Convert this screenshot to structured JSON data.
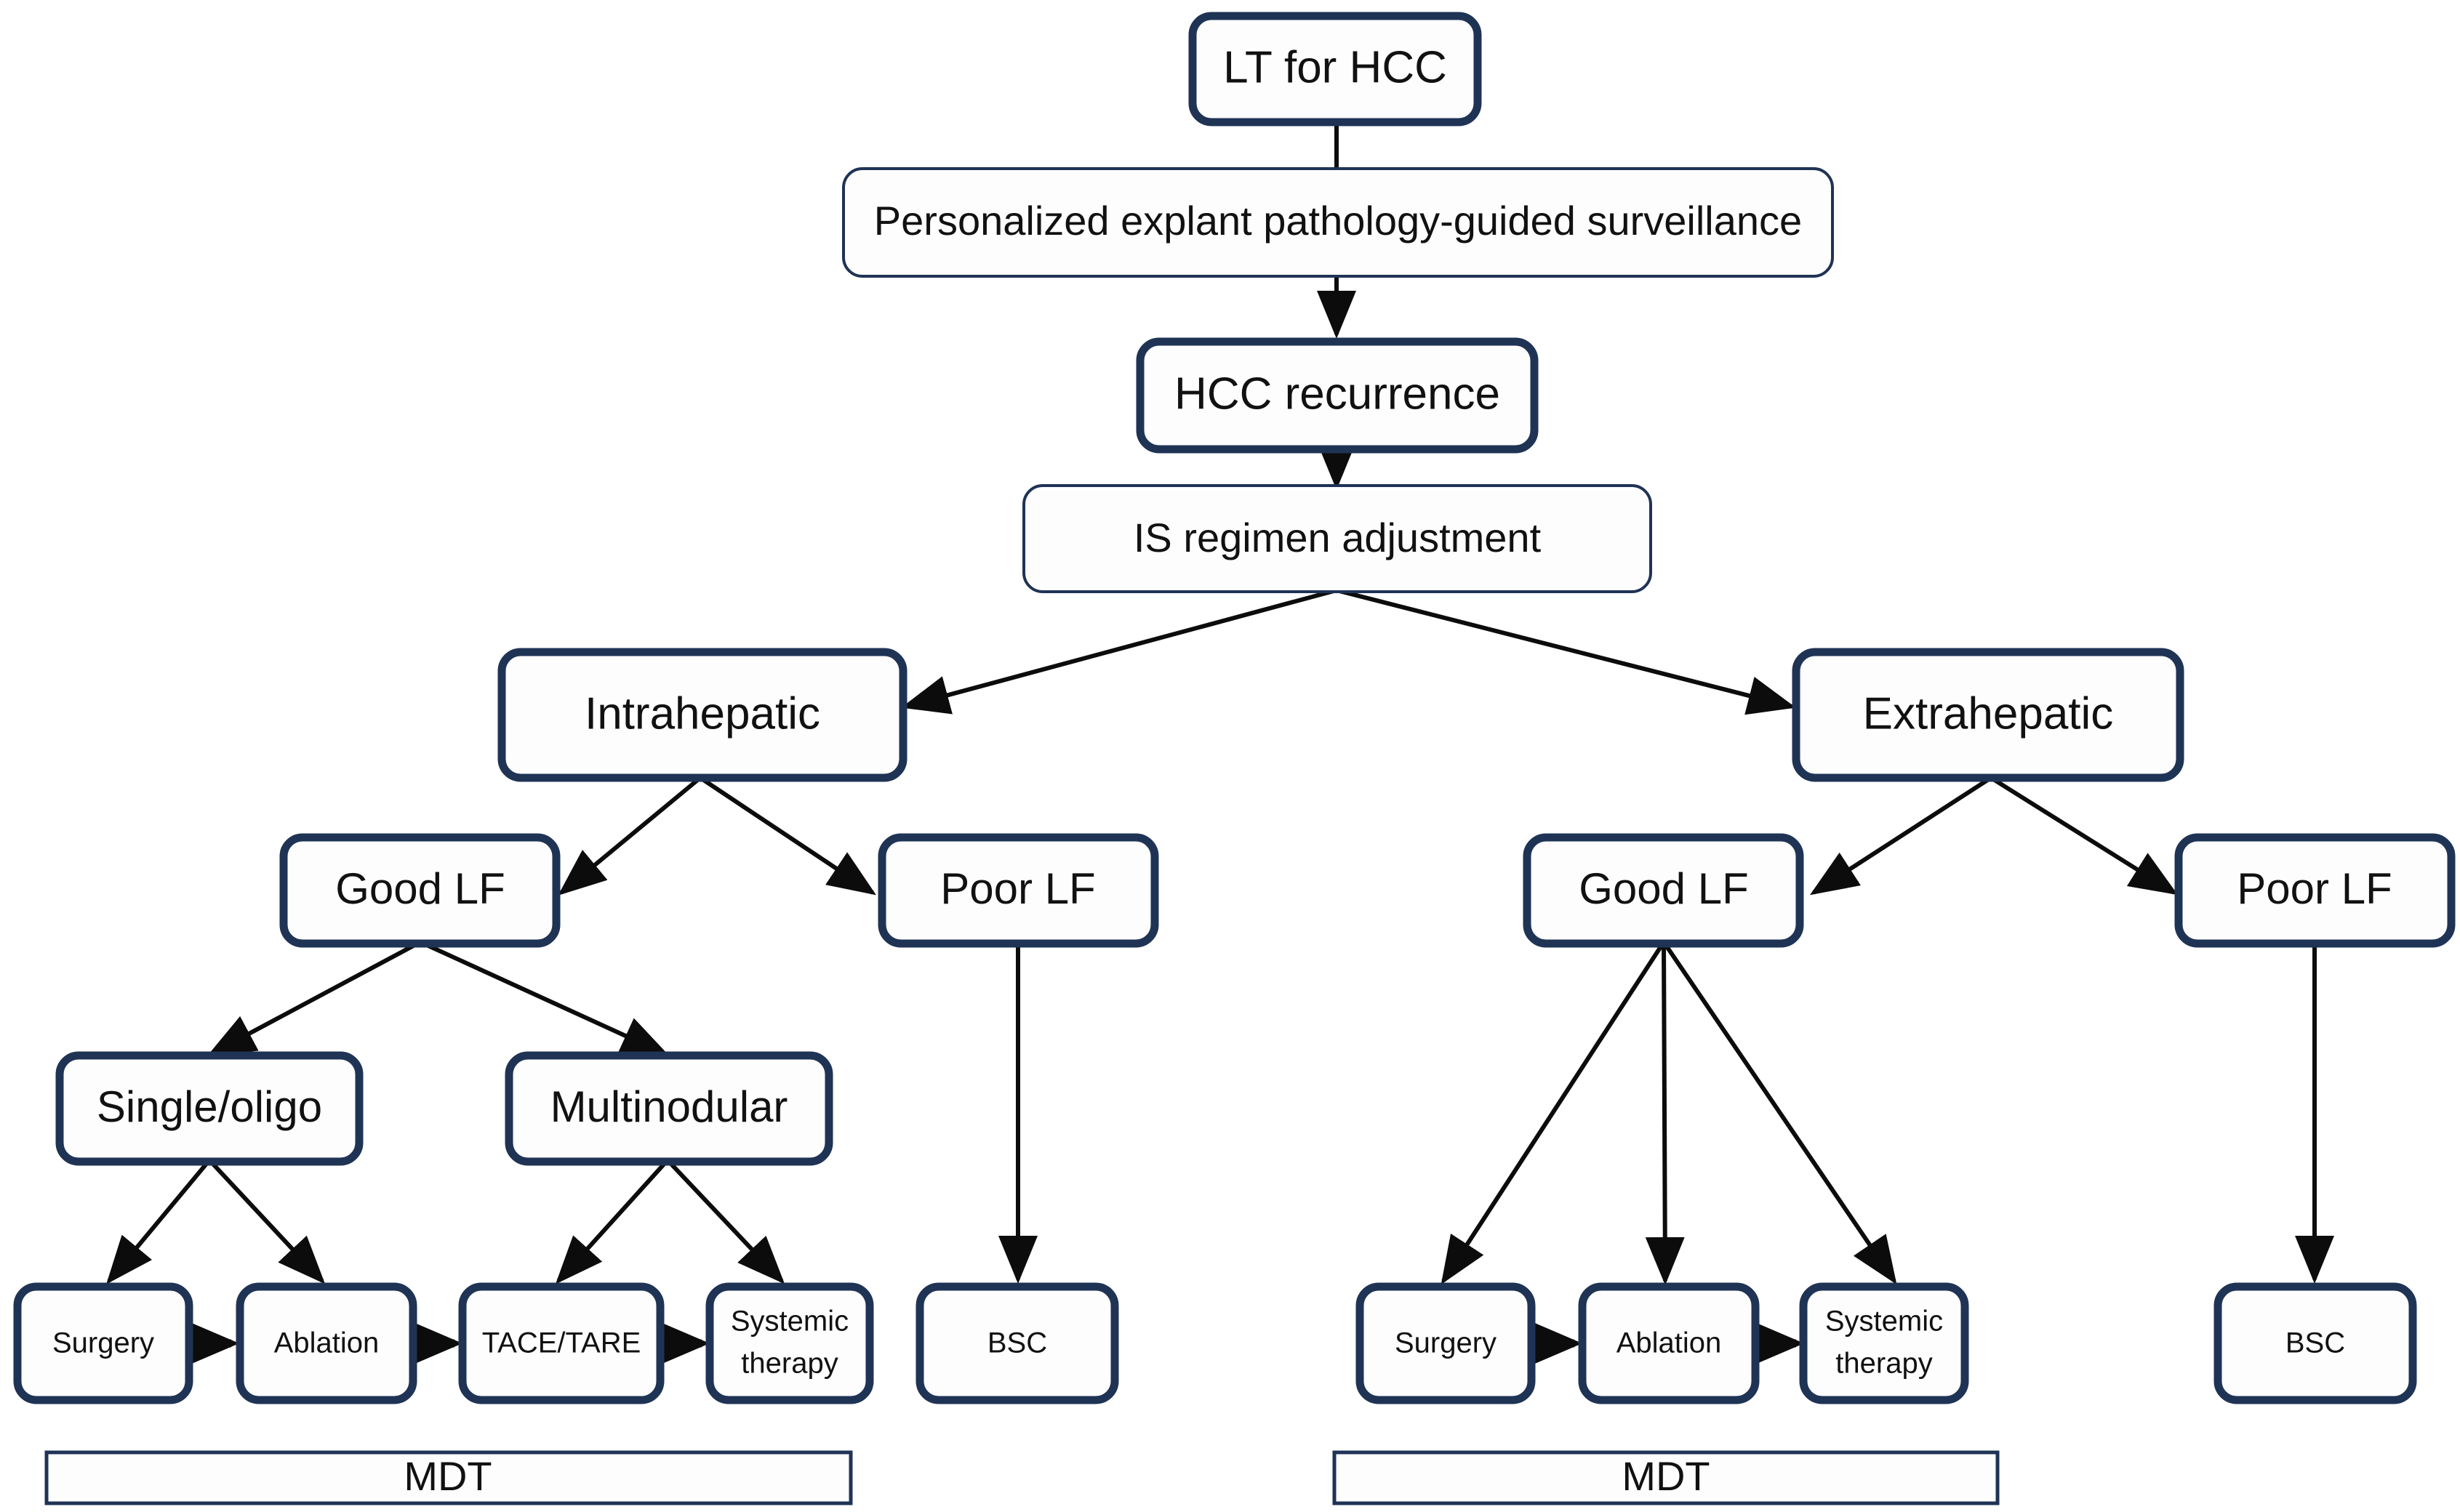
{
  "diagram": {
    "title": "LT for HCC recurrence management algorithm",
    "colors": {
      "node_border": "#1f3355",
      "node_fill": "#fdfdfd",
      "edge": "#0c0c0c",
      "background": "#ffffff"
    },
    "nodes": {
      "lt_for_hcc": "LT for HCC",
      "surveillance": "Personalized explant pathology-guided surveillance",
      "hcc_recurrence": "HCC recurrence",
      "is_regimen": "IS regimen adjustment",
      "intrahepatic": "Intrahepatic",
      "extrahepatic": "Extrahepatic",
      "intra_good_lf": "Good LF",
      "intra_poor_lf": "Poor LF",
      "extra_good_lf": "Good LF",
      "extra_poor_lf": "Poor LF",
      "single_oligo": "Single/oligo",
      "multinodular": "Multinodular",
      "intra_surgery": "Surgery",
      "intra_ablation": "Ablation",
      "tace_tare": "TACE/TARE",
      "intra_systemic_line1": "Systemic",
      "intra_systemic_line2": "therapy",
      "intra_bsc": "BSC",
      "extra_surgery": "Surgery",
      "extra_ablation": "Ablation",
      "extra_systemic_line1": "Systemic",
      "extra_systemic_line2": "therapy",
      "extra_bsc": "BSC",
      "mdt_left": "MDT",
      "mdt_right": "MDT"
    },
    "edges": [
      {
        "from": "lt_for_hcc",
        "to": "surveillance",
        "style": "plain"
      },
      {
        "from": "surveillance",
        "to": "hcc_recurrence",
        "style": "arrow"
      },
      {
        "from": "hcc_recurrence",
        "to": "is_regimen",
        "style": "arrow"
      },
      {
        "from": "is_regimen",
        "to": "intrahepatic",
        "style": "arrow"
      },
      {
        "from": "is_regimen",
        "to": "extrahepatic",
        "style": "arrow"
      },
      {
        "from": "intrahepatic",
        "to": "intra_good_lf",
        "style": "arrow"
      },
      {
        "from": "intrahepatic",
        "to": "intra_poor_lf",
        "style": "arrow"
      },
      {
        "from": "extrahepatic",
        "to": "extra_good_lf",
        "style": "arrow"
      },
      {
        "from": "extrahepatic",
        "to": "extra_poor_lf",
        "style": "arrow"
      },
      {
        "from": "intra_good_lf",
        "to": "single_oligo",
        "style": "arrow"
      },
      {
        "from": "intra_good_lf",
        "to": "multinodular",
        "style": "arrow"
      },
      {
        "from": "single_oligo",
        "to": "intra_surgery",
        "style": "arrow"
      },
      {
        "from": "single_oligo",
        "to": "intra_ablation",
        "style": "arrow"
      },
      {
        "from": "multinodular",
        "to": "tace_tare",
        "style": "arrow"
      },
      {
        "from": "multinodular",
        "to": "intra_systemic",
        "style": "arrow"
      },
      {
        "from": "intra_surgery",
        "to": "intra_ablation",
        "style": "arrow"
      },
      {
        "from": "intra_ablation",
        "to": "tace_tare",
        "style": "arrow"
      },
      {
        "from": "tace_tare",
        "to": "intra_systemic",
        "style": "arrow"
      },
      {
        "from": "intra_poor_lf",
        "to": "intra_bsc",
        "style": "arrow"
      },
      {
        "from": "extra_good_lf",
        "to": "extra_surgery",
        "style": "arrow"
      },
      {
        "from": "extra_good_lf",
        "to": "extra_ablation",
        "style": "arrow"
      },
      {
        "from": "extra_good_lf",
        "to": "extra_systemic",
        "style": "arrow"
      },
      {
        "from": "extra_surgery",
        "to": "extra_ablation",
        "style": "arrow"
      },
      {
        "from": "extra_ablation",
        "to": "extra_systemic",
        "style": "arrow"
      },
      {
        "from": "extra_poor_lf",
        "to": "extra_bsc",
        "style": "arrow"
      }
    ]
  }
}
